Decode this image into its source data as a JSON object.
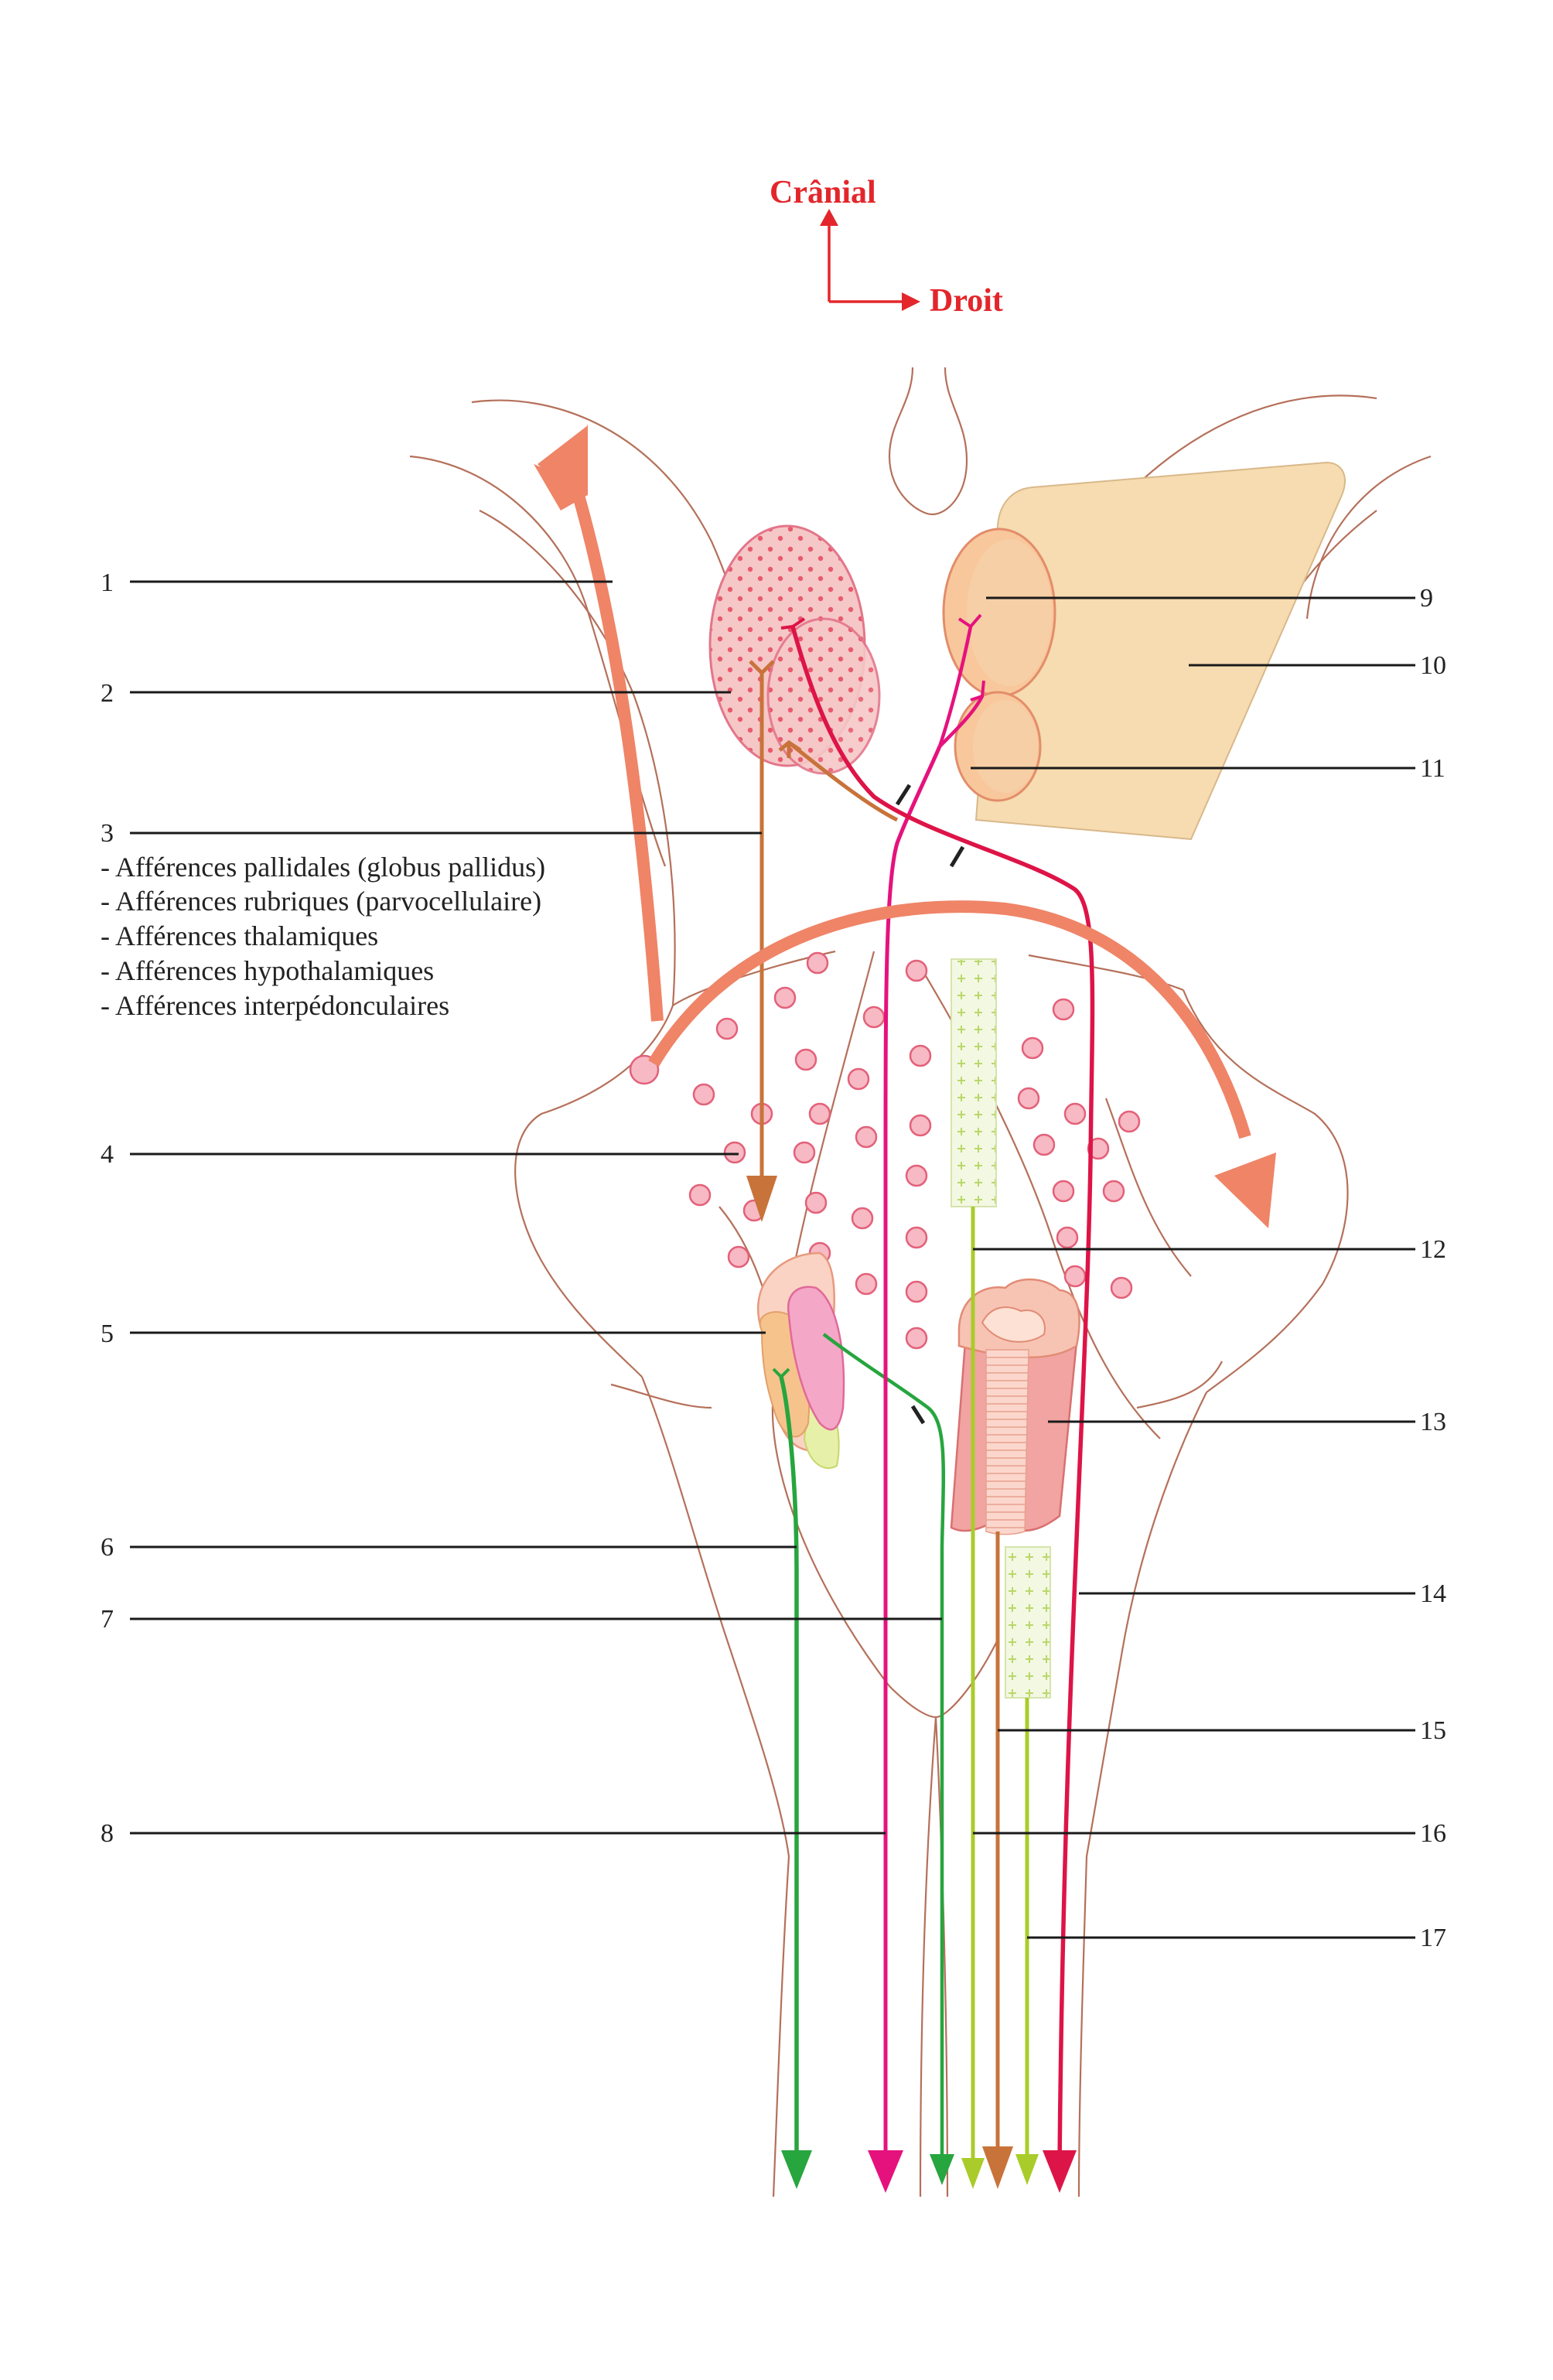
{
  "orientation": {
    "cranial": "Crânial",
    "right": "Droit",
    "color": "#e3262b"
  },
  "legend": {
    "heading": "3",
    "items": [
      "- Afférences pallidales (globus pallidus)",
      "- Afférences rubriques (parvocellulaire)",
      "- Afférences thalamiques",
      "- Afférences hypothalamiques",
      "- Afférences interpédonculaires"
    ]
  },
  "labels": {
    "n1": "1",
    "n2": "2",
    "n4": "4",
    "n5": "5",
    "n6": "6",
    "n7": "7",
    "n8": "8",
    "n9": "9",
    "n10": "10",
    "n11": "11",
    "n12": "12",
    "n13": "13",
    "n14": "14",
    "n15": "15",
    "n16": "16",
    "n17": "17"
  },
  "colors": {
    "salmon": "#ef8467",
    "magenta": "#e5127d",
    "crimson": "#dd1447",
    "green": "#27a53e",
    "lime": "#a9cc2a",
    "brown": "#c8733a",
    "outline": "#b5705a",
    "nucleus": "#f4a3a3",
    "cortex": "#f6dcb0"
  }
}
